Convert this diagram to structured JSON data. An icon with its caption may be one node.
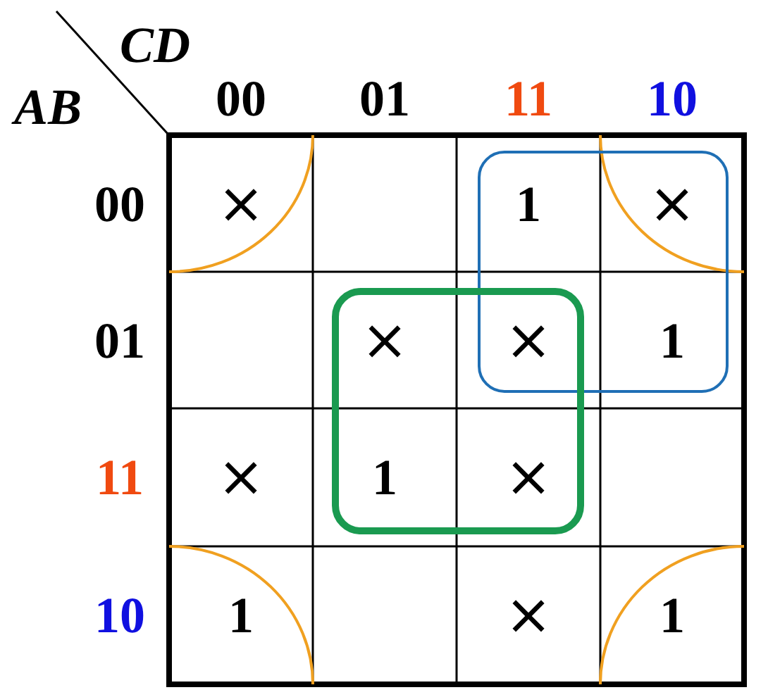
{
  "diagram": {
    "labels": [
      "CD",
      "AB",
      "00",
      "01",
      "11",
      "10",
      "00",
      "×",
      "1",
      "×",
      "01",
      "×",
      "×",
      "1",
      "11",
      "×",
      "1",
      "×",
      "10",
      "1",
      "×",
      "1"
    ]
  }
}
